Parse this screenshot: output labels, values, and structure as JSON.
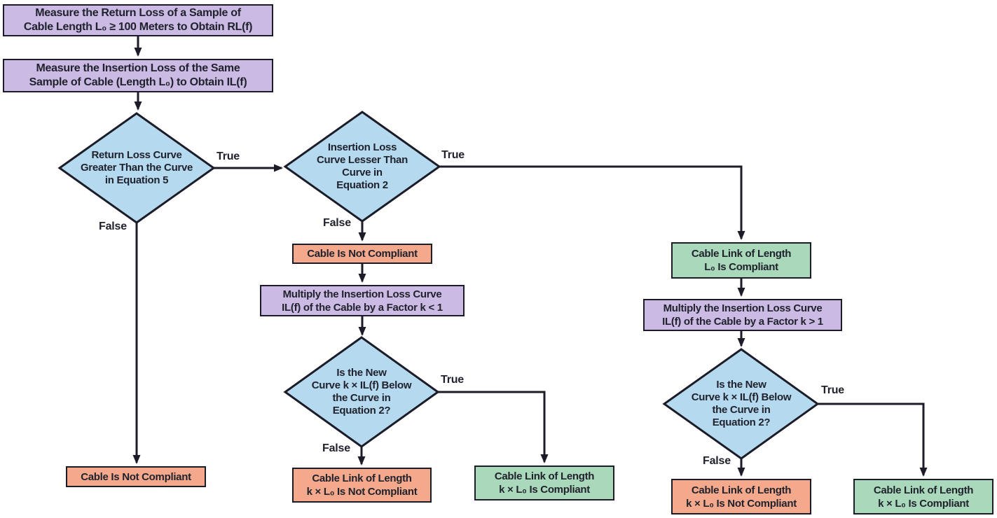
{
  "diagram": {
    "colors": {
      "process-fill": "#cbbae3",
      "decision-fill": "#b5daf0",
      "fail-fill": "#f5a98c",
      "pass-fill": "#a9d9ba",
      "line": "#1c1c28",
      "text": "#20222d",
      "background": "#ffffff"
    },
    "nodes": {
      "measure_rl": {
        "label": "Measure the Return Loss of a Sample of\nCable Length L₀ ≥ 100 Meters to Obtain RL(f)"
      },
      "measure_il": {
        "label": "Measure the Insertion Loss of the Same\nSample of Cable (Length L₀) to Obtain IL(f)"
      },
      "d_return_loss": {
        "label": "Return Loss Curve\nGreater Than the Curve\nin Equation 5"
      },
      "d_insertion_loss": {
        "label": "Insertion Loss\nCurve Lesser Than\nCurve in\nEquation 2"
      },
      "not_compliant_mid": {
        "label": "Cable Is Not Compliant"
      },
      "multiply_k_lt1": {
        "label": "Multiply the Insertion Loss Curve\nIL(f) of the Cable by a Factor k < 1"
      },
      "d_new_curve_left": {
        "label": "Is the New\nCurve k × IL(f) Below\nthe Curve in\nEquation 2?"
      },
      "not_compliant_bottom_left": {
        "label": "Cable Is Not Compliant"
      },
      "link_not_compliant_mid": {
        "label": "Cable Link of Length\nk × L₀ Is Not Compliant"
      },
      "link_compliant_mid": {
        "label": "Cable Link of Length\nk × L₀ Is Compliant"
      },
      "link_compliant_l0": {
        "label": "Cable Link of Length\nL₀ Is Compliant"
      },
      "multiply_k_gt1": {
        "label": "Multiply the Insertion Loss Curve\nIL(f) of the Cable by a Factor k > 1"
      },
      "d_new_curve_right": {
        "label": "Is the New\nCurve k × IL(f) Below\nthe Curve in\nEquation 2?"
      },
      "link_not_compliant_right": {
        "label": "Cable Link of Length\nk × L₀ Is Not Compliant"
      },
      "link_compliant_right": {
        "label": "Cable Link of Length\nk × L₀ Is Compliant"
      }
    },
    "edge_labels": {
      "d1_true": "True",
      "d1_false": "False",
      "d2_true": "True",
      "d2_false": "False",
      "d3_true": "True",
      "d3_false": "False",
      "d4_true": "True",
      "d4_false": "False"
    }
  }
}
